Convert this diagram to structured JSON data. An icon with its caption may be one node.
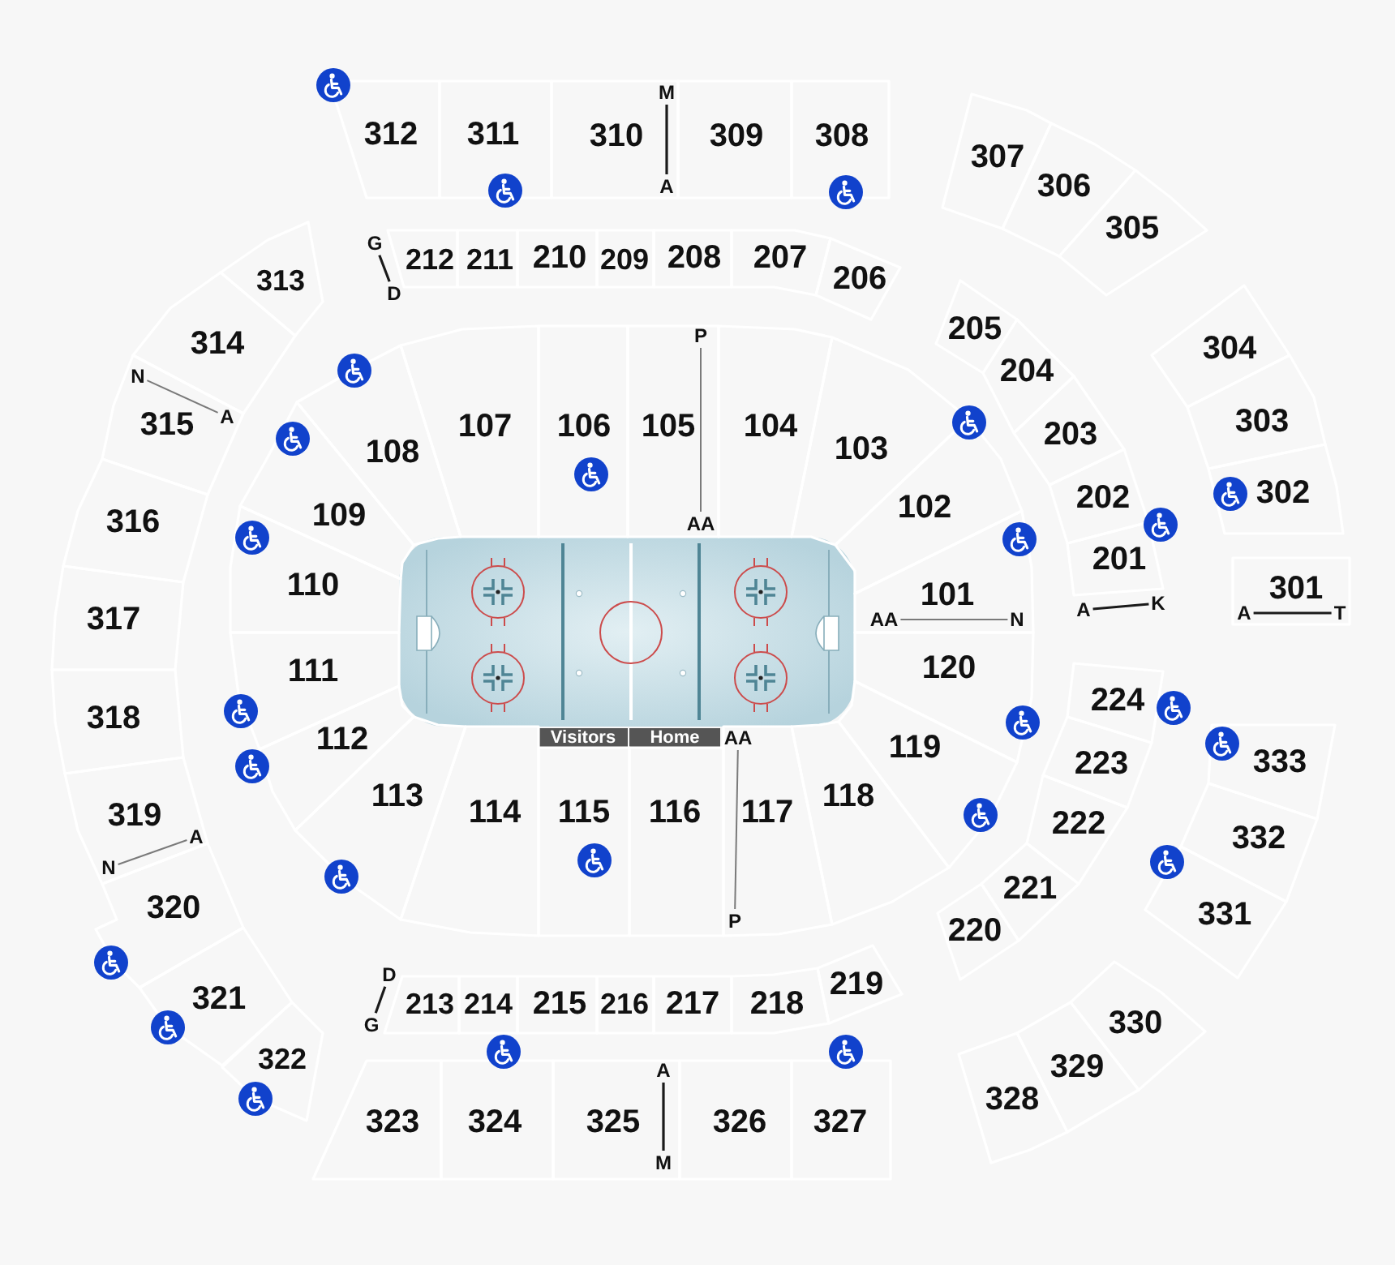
{
  "diagram": {
    "nodes": [
      {
        "text": [
          "312"
        ]
      },
      {
        "text": [
          "311"
        ]
      },
      {
        "text": [
          "310"
        ]
      },
      {
        "text": [
          "M"
        ],
        "in": 2
      },
      {
        "text": [
          "A"
        ],
        "in": 2
      },
      {
        "text": [
          "309"
        ]
      },
      {
        "text": [
          "308"
        ]
      },
      {
        "text": [
          "307"
        ]
      },
      {
        "text": [
          "306"
        ]
      },
      {
        "text": [
          "305"
        ]
      },
      {
        "text": [
          "G"
        ]
      },
      {
        "text": [
          "D"
        ]
      },
      {
        "text": [
          "212"
        ]
      },
      {
        "text": [
          "211"
        ]
      },
      {
        "text": [
          "210"
        ]
      },
      {
        "text": [
          "209"
        ]
      },
      {
        "text": [
          "208"
        ]
      },
      {
        "text": [
          "207"
        ]
      },
      {
        "text": [
          "206"
        ]
      },
      {
        "text": [
          "313"
        ]
      },
      {
        "text": [
          "314"
        ]
      },
      {
        "text": [
          "315"
        ]
      },
      {
        "text": [
          "N"
        ],
        "in": 21
      },
      {
        "text": [
          "A"
        ],
        "in": 21
      },
      {
        "text": [
          "205"
        ]
      },
      {
        "text": [
          "204"
        ]
      },
      {
        "text": [
          "304"
        ]
      },
      {
        "text": [
          "203"
        ]
      },
      {
        "text": [
          "303"
        ]
      },
      {
        "text": [
          "108"
        ]
      },
      {
        "text": [
          "107"
        ]
      },
      {
        "text": [
          "106"
        ]
      },
      {
        "text": [
          "105"
        ]
      },
      {
        "text": [
          "P"
        ],
        "in": 32
      },
      {
        "text": [
          "AA"
        ],
        "in": 32
      },
      {
        "text": [
          "104"
        ]
      },
      {
        "text": [
          "103"
        ]
      },
      {
        "text": [
          "109"
        ]
      },
      {
        "text": [
          "316"
        ]
      },
      {
        "text": [
          "102"
        ]
      },
      {
        "text": [
          "202"
        ]
      },
      {
        "text": [
          "302"
        ]
      },
      {
        "text": [
          "110"
        ]
      },
      {
        "text": [
          "317"
        ]
      },
      {
        "text": [
          "201"
        ]
      },
      {
        "text": [
          "101"
        ]
      },
      {
        "text": [
          "AA"
        ],
        "in": 45
      },
      {
        "text": [
          "N"
        ],
        "in": 45
      },
      {
        "text": [
          "A"
        ]
      },
      {
        "text": [
          "K"
        ]
      },
      {
        "text": [
          "301"
        ]
      },
      {
        "text": [
          "A"
        ],
        "in": 50
      },
      {
        "text": [
          "T"
        ],
        "in": 50
      },
      {
        "text": [
          "111"
        ]
      },
      {
        "text": [
          "120"
        ]
      },
      {
        "text": [
          "318"
        ]
      },
      {
        "text": [
          "224"
        ]
      },
      {
        "text": [
          "333"
        ]
      },
      {
        "text": [
          "112"
        ]
      },
      {
        "text": [
          "Visitors"
        ]
      },
      {
        "text": [
          "Home"
        ]
      },
      {
        "text": [
          "119"
        ]
      },
      {
        "text": [
          "223"
        ]
      },
      {
        "text": [
          "113"
        ]
      },
      {
        "text": [
          "114"
        ]
      },
      {
        "text": [
          "115"
        ]
      },
      {
        "text": [
          "116"
        ]
      },
      {
        "text": [
          "117"
        ]
      },
      {
        "text": [
          "AA"
        ],
        "in": 67
      },
      {
        "text": [
          "P"
        ],
        "in": 67
      },
      {
        "text": [
          "118"
        ]
      },
      {
        "text": [
          "319"
        ]
      },
      {
        "text": [
          "N"
        ],
        "in": 71
      },
      {
        "text": [
          "A"
        ],
        "in": 71
      },
      {
        "text": [
          "222"
        ]
      },
      {
        "text": [
          "332"
        ]
      },
      {
        "text": [
          "320"
        ]
      },
      {
        "text": [
          "221"
        ]
      },
      {
        "text": [
          "331"
        ]
      },
      {
        "text": [
          "220"
        ]
      },
      {
        "text": [
          "D"
        ]
      },
      {
        "text": [
          "G"
        ]
      },
      {
        "text": [
          "213"
        ]
      },
      {
        "text": [
          "214"
        ]
      },
      {
        "text": [
          "215"
        ]
      },
      {
        "text": [
          "216"
        ]
      },
      {
        "text": [
          "217"
        ]
      },
      {
        "text": [
          "218"
        ]
      },
      {
        "text": [
          "219"
        ]
      },
      {
        "text": [
          "321"
        ]
      },
      {
        "text": [
          "330"
        ]
      },
      {
        "text": [
          "329"
        ]
      },
      {
        "text": [
          "328"
        ]
      },
      {
        "text": [
          "322"
        ]
      },
      {
        "text": [
          "323"
        ]
      },
      {
        "text": [
          "324"
        ]
      },
      {
        "text": [
          "325"
        ]
      },
      {
        "text": [
          "A"
        ],
        "in": 96
      },
      {
        "text": [
          "M"
        ],
        "in": 96
      },
      {
        "text": [
          "326"
        ]
      },
      {
        "text": [
          "327"
        ]
      }
    ],
    "edges": [
      {
        "from": 3,
        "to": 4,
        "arrow": "none"
      },
      {
        "from": 10,
        "to": 11,
        "arrow": "none"
      },
      {
        "from": 22,
        "to": 23,
        "arrow": "none",
        "color": "#7a7a7a"
      },
      {
        "from": 33,
        "to": 34,
        "arrow": "none",
        "color": "#7a7a7a"
      },
      {
        "from": 46,
        "to": 47,
        "arrow": "none",
        "color": "#7a7a7a"
      },
      {
        "from": 48,
        "to": 49,
        "arrow": "none"
      },
      {
        "from": 51,
        "to": 52,
        "arrow": "none"
      },
      {
        "from": 68,
        "to": 69,
        "arrow": "none",
        "color": "#7a7a7a"
      },
      {
        "from": 72,
        "to": 73,
        "arrow": "none",
        "color": "#7a7a7a"
      },
      {
        "from": 80,
        "to": 81,
        "arrow": "none"
      },
      {
        "from": 97,
        "to": 98,
        "arrow": "none"
      }
    ]
  }
}
